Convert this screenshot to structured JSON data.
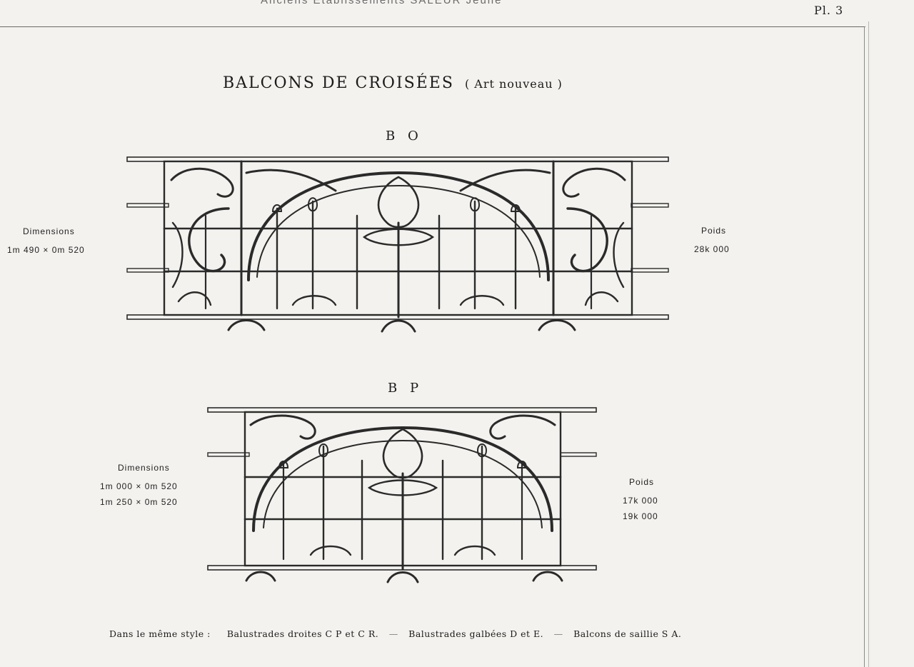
{
  "header": {
    "running_head": "Anciens Etablissements SALEUR Jeune",
    "plate": "Pl. 3"
  },
  "title": {
    "main": "BALCONS DE CROISÉES",
    "sub": "( Art nouveau )"
  },
  "models": [
    {
      "code": "B O",
      "dimensions_label": "Dimensions",
      "dimensions": [
        "1m 490  ×  0m 520"
      ],
      "weight_label": "Poids",
      "weights": [
        "28k 000"
      ]
    },
    {
      "code": "B P",
      "dimensions_label": "Dimensions",
      "dimensions": [
        "1m 000  ×  0m 520",
        "1m 250  ×  0m 520"
      ],
      "weight_label": "Poids",
      "weights": [
        "17k 000",
        "19k 000"
      ]
    }
  ],
  "footer": {
    "lead": "Dans le même style :",
    "items": [
      "Balustrades droites C P et C R.",
      "Balustrades galbées D et E.",
      "Balcons de saillie S A."
    ],
    "separator": "—"
  },
  "colors": {
    "paper": "#f3f2ef",
    "ink": "#1b1b1b"
  }
}
